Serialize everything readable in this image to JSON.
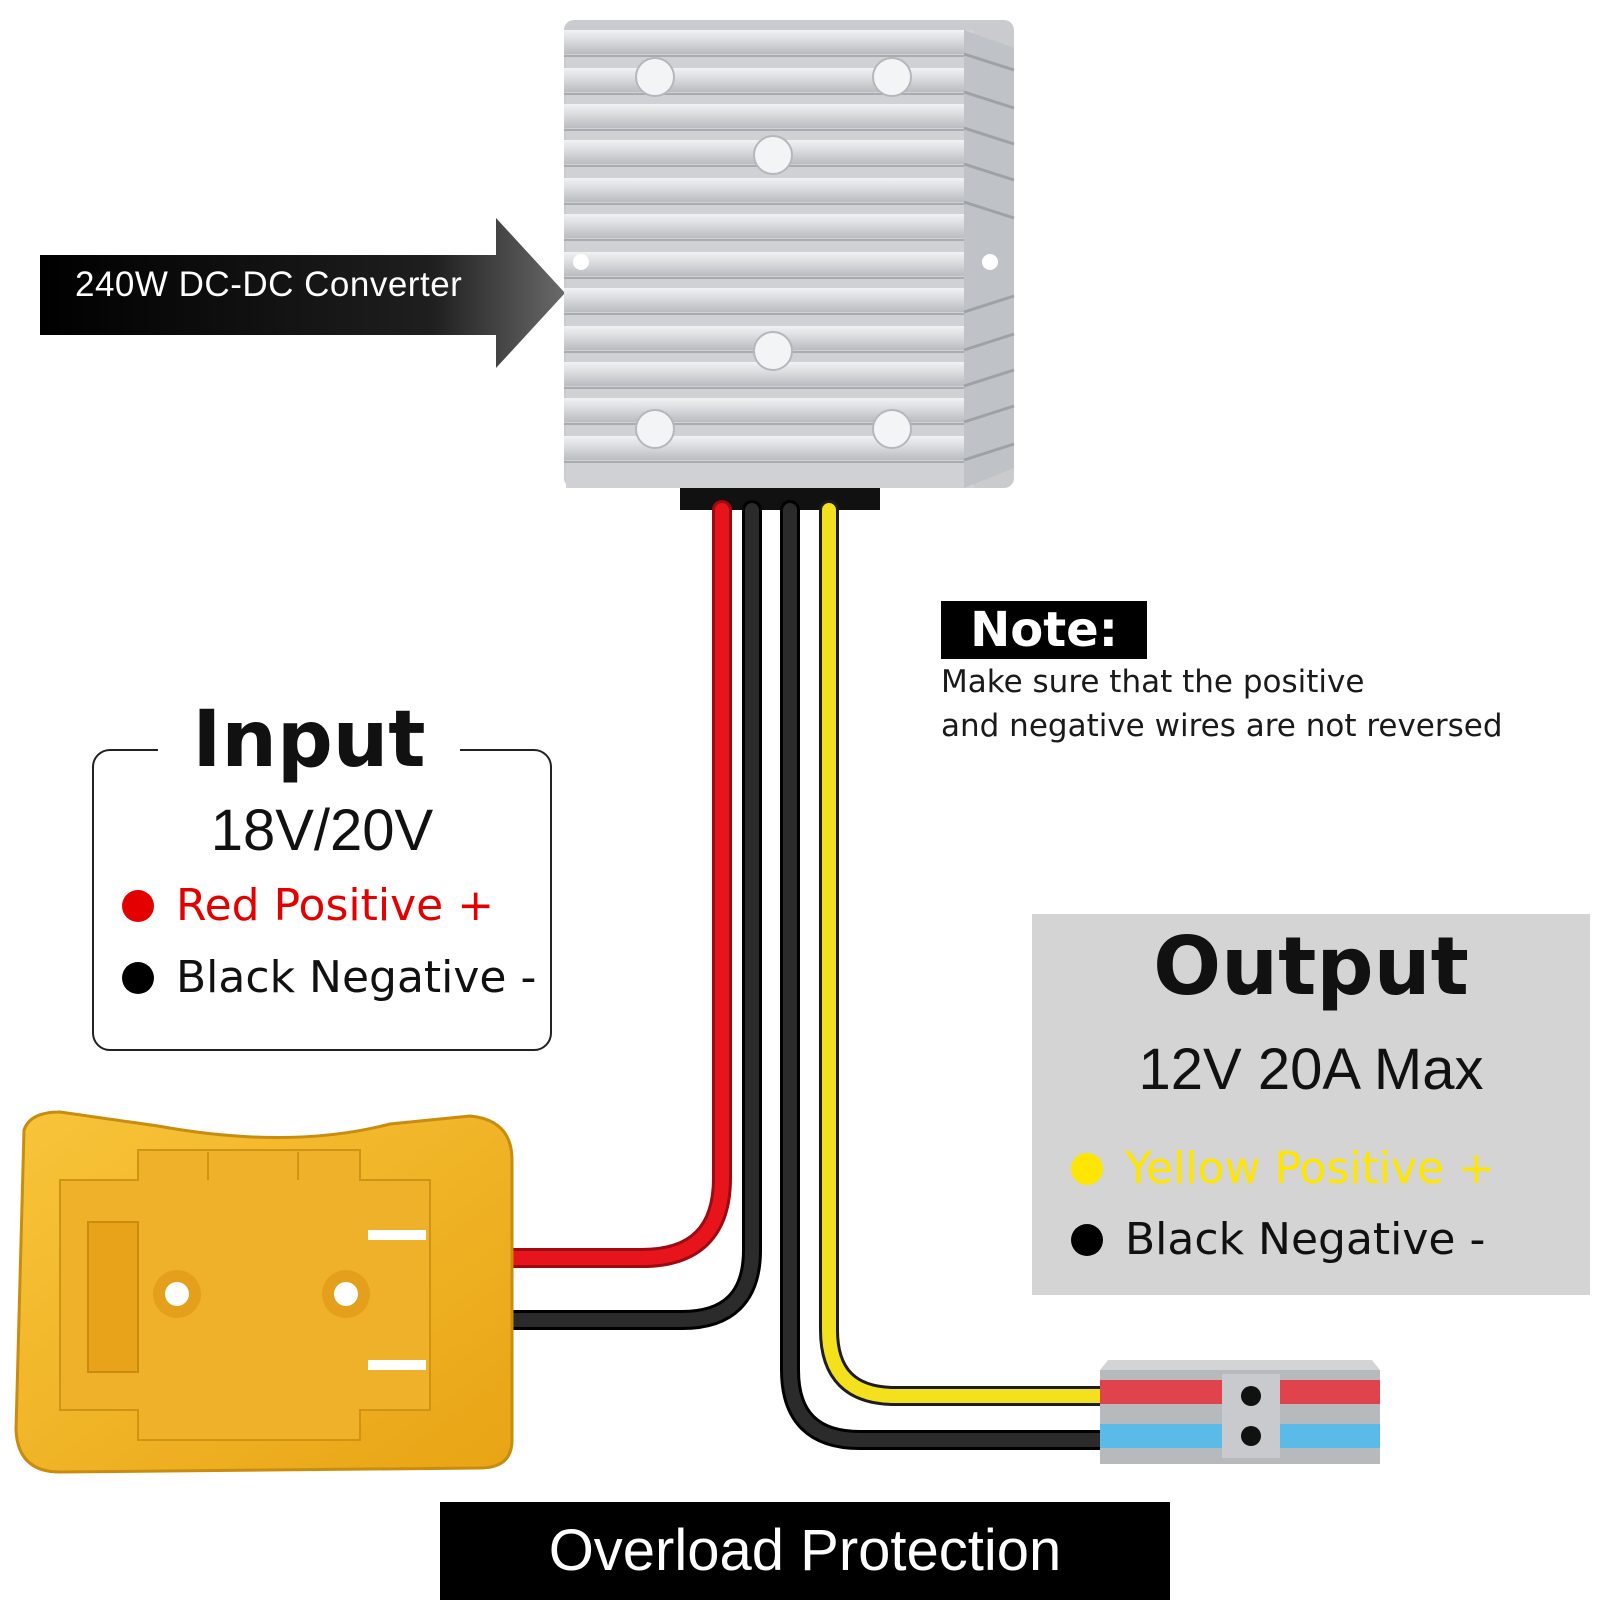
{
  "converter_label": "240W DC-DC Converter",
  "note": {
    "heading": "Note:",
    "line1": "Make sure that the positive",
    "line2": "and negative wires are not reversed"
  },
  "input": {
    "title": "Input",
    "voltage": "18V/20V",
    "positive": "Red Positive +",
    "negative": "Black Negative -"
  },
  "output": {
    "title": "Output",
    "rating": "12V 20A Max",
    "positive": "Yellow Positive +",
    "negative": "Black Negative -"
  },
  "banner": "Overload Protection",
  "colors": {
    "wire_red": "#e8141b",
    "wire_black": "#1f1f1f",
    "wire_yellow": "#f4e11d",
    "adapter_yellow": "#f3b51f",
    "heatsink": "#dcdde0",
    "connector_red": "#e0434b",
    "connector_blue": "#5bbbe8",
    "output_box": "#d4d4d4"
  }
}
